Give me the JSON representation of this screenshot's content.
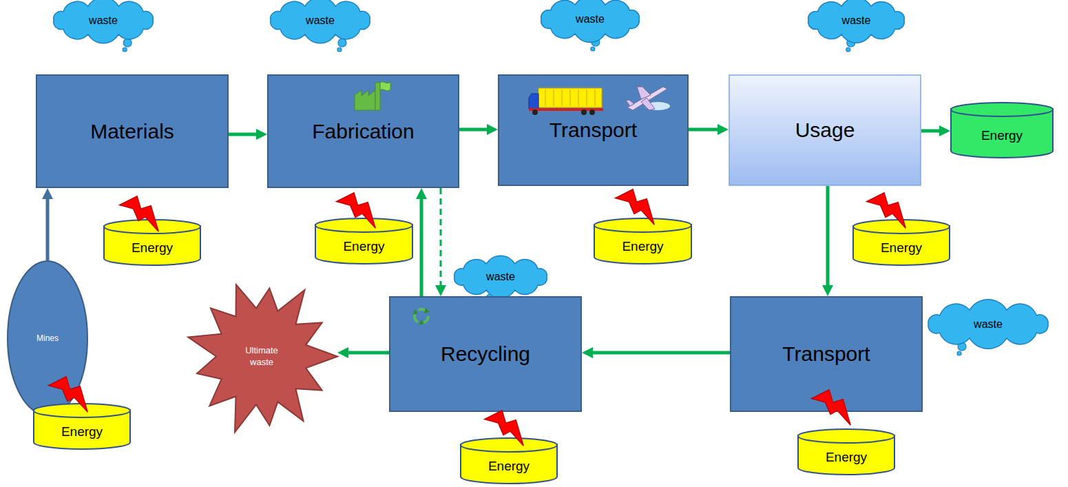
{
  "diagram": {
    "nodes": [
      {
        "text": [
          "waste"
        ]
      },
      {
        "text": [
          "waste"
        ]
      },
      {
        "text": [
          "waste"
        ]
      },
      {
        "text": [
          "waste"
        ]
      },
      {
        "text": [
          "Materials"
        ]
      },
      {
        "text": [
          "Fabrication"
        ]
      },
      {
        "text": [
          "Transport"
        ]
      },
      {
        "text": [
          "Usage"
        ]
      },
      {
        "text": [
          "Energy"
        ]
      },
      {
        "text": [
          "Energy"
        ]
      },
      {
        "text": [
          "Energy"
        ]
      },
      {
        "text": [
          "Energy"
        ]
      },
      {
        "text": [
          "Energy"
        ]
      },
      {
        "text": [
          "Mines"
        ]
      },
      {
        "text": [
          "waste"
        ]
      },
      {
        "text": [
          "Ultimate waste"
        ]
      },
      {
        "text": [
          "Recycling"
        ]
      },
      {
        "text": [
          "Transport"
        ]
      },
      {
        "text": [
          "waste"
        ]
      },
      {
        "text": [
          "Energy"
        ]
      },
      {
        "text": [
          "Energy"
        ]
      },
      {
        "text": [
          "Energy"
        ]
      }
    ],
    "edges": [
      {
        "from": 4,
        "to": 5,
        "arrow": "to"
      },
      {
        "from": 5,
        "to": 6,
        "arrow": "to"
      },
      {
        "from": 6,
        "to": 7,
        "arrow": "to"
      },
      {
        "from": 7,
        "to": 8,
        "arrow": "to"
      },
      {
        "from": 7,
        "to": 17,
        "arrow": "to"
      },
      {
        "from": 17,
        "to": 16,
        "arrow": "to"
      },
      {
        "from": 16,
        "to": 15,
        "arrow": "to"
      },
      {
        "from": 16,
        "to": 5,
        "arrow": "to"
      },
      {
        "from": 5,
        "to": 16,
        "arrow": "to"
      },
      {
        "from": 13,
        "to": 4,
        "arrow": "to"
      }
    ]
  }
}
